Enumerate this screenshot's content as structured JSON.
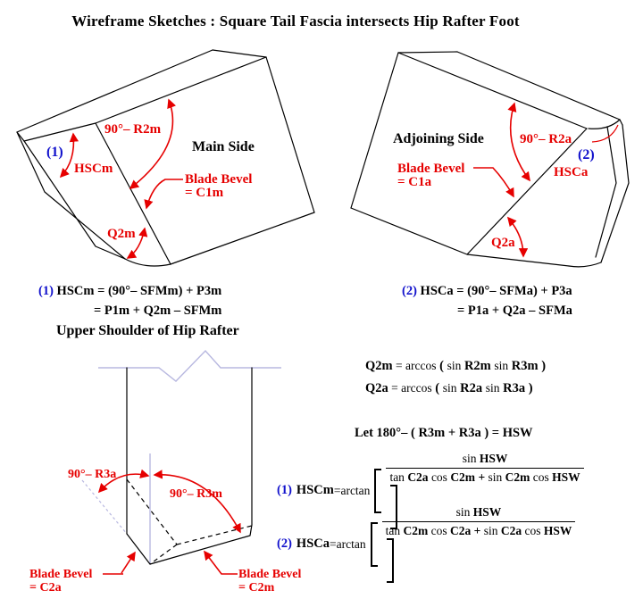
{
  "title": "Wireframe Sketches : Square Tail Fascia intersects Hip Rafter Foot",
  "colors": {
    "red": "#e60000",
    "blue": "#1111cc",
    "line": "#000000",
    "guide": "#b8b8e0",
    "background": "#ffffff"
  },
  "fig_main": {
    "name_label": "Main Side",
    "ref_label": "(1)",
    "hsc_label": "HSCm",
    "r2_label": "90°– R2m",
    "q2_label": "Q2m",
    "bevel_label_1": "Blade Bevel",
    "bevel_label_2": "= C1m"
  },
  "fig_adjoining": {
    "name_label": "Adjoining Side",
    "ref_label": "(2)",
    "hsc_label": "HSCa",
    "r2_label": "90°– R2a",
    "q2_label": "Q2a",
    "bevel_label_1": "Blade Bevel",
    "bevel_label_2": "= C1a"
  },
  "eq_hscm": {
    "ref": "(1)",
    "line1": "HSCm = (90°– SFMm) + P3m",
    "line2": "= P1m + Q2m – SFMm"
  },
  "eq_hsca": {
    "ref": "(2)",
    "line1": "HSCa = (90°– SFMa) + P3a",
    "line2": "= P1a + Q2a – SFMa"
  },
  "shoulder_heading": "Upper Shoulder of Hip Rafter",
  "fig_shoulder": {
    "r3a_label": "90°– R3a",
    "r3m_label": "90°– R3m",
    "bevel_left_1": "Blade Bevel",
    "bevel_left_2": "= C2a",
    "bevel_right_1": "Blade Bevel",
    "bevel_right_2": "= C2m"
  },
  "eq_q2m": {
    "lhs": "Q2m",
    "eq": " = ",
    "fn": "arccos",
    "open": " ( ",
    "s1": "sin",
    "v1": " R2m ",
    "s2": "sin",
    "v2": " R3m",
    "close": " )"
  },
  "eq_q2a": {
    "lhs": "Q2a",
    "eq": " = ",
    "fn": "arccos",
    "open": " ( ",
    "s1": "sin",
    "v1": " R2a ",
    "s2": "sin",
    "v2": " R3a",
    "close": " )"
  },
  "eq_let": "Let  180°– ( R3m + R3a )  = HSW",
  "eq_frac1": {
    "ref": "(1)",
    "lhs": "HSCm",
    "eq": " = ",
    "fn": "arctan",
    "n1": "sin",
    "n2": " HSW",
    "d1": "tan",
    "d2": " C2a ",
    "d3": "cos",
    "d4": " C2m",
    "d5": " + ",
    "d6": "sin",
    "d7": " C2m ",
    "d8": "cos",
    "d9": " HSW"
  },
  "eq_frac2": {
    "ref": "(2)",
    "lhs": "HSCa",
    "eq": " = ",
    "fn": "arctan",
    "n1": "sin",
    "n2": " HSW",
    "d1": "tan",
    "d2": " C2m ",
    "d3": "cos",
    "d4": " C2a",
    "d5": " + ",
    "d6": "sin",
    "d7": " C2a ",
    "d8": "cos",
    "d9": " HSW"
  }
}
